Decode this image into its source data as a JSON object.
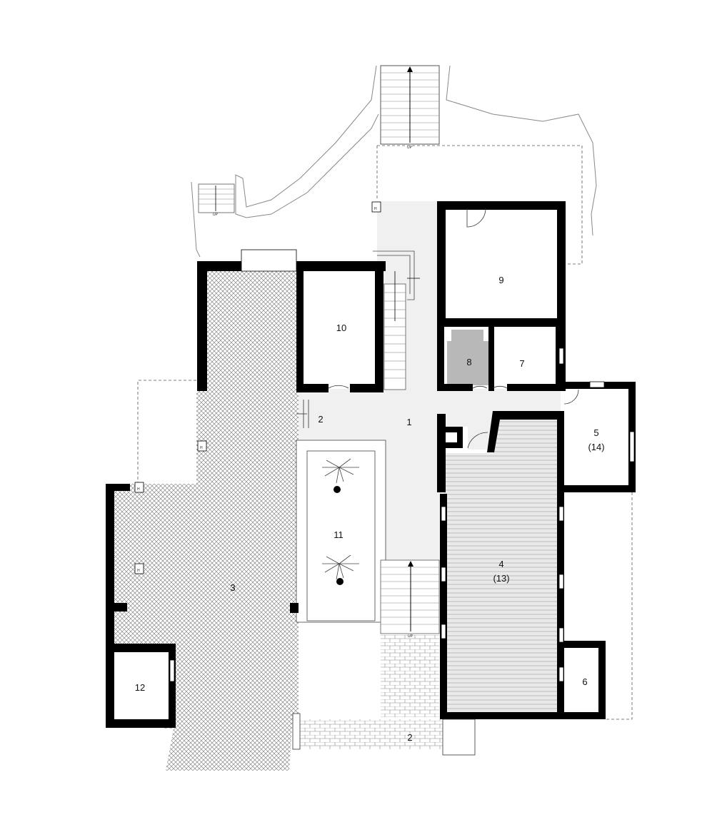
{
  "rooms": [
    {
      "id": "1",
      "number": "1",
      "sub": ""
    },
    {
      "id": "2a",
      "number": "2",
      "sub": ""
    },
    {
      "id": "2b",
      "number": "2",
      "sub": ""
    },
    {
      "id": "3",
      "number": "3",
      "sub": ""
    },
    {
      "id": "4",
      "number": "4",
      "sub": "(13)"
    },
    {
      "id": "5",
      "number": "5",
      "sub": "(14)"
    },
    {
      "id": "6",
      "number": "6",
      "sub": ""
    },
    {
      "id": "7",
      "number": "7",
      "sub": ""
    },
    {
      "id": "8",
      "number": "8",
      "sub": ""
    },
    {
      "id": "9",
      "number": "9",
      "sub": ""
    },
    {
      "id": "10",
      "number": "10",
      "sub": ""
    },
    {
      "id": "11",
      "number": "11",
      "sub": ""
    },
    {
      "id": "12",
      "number": "12",
      "sub": ""
    }
  ],
  "stair_label": "UP",
  "column_label": "H",
  "colors": {
    "wall": "#000000",
    "floor_light": "#f0f0f0",
    "wet_room": "#b8b8b8",
    "line": "#333333"
  }
}
